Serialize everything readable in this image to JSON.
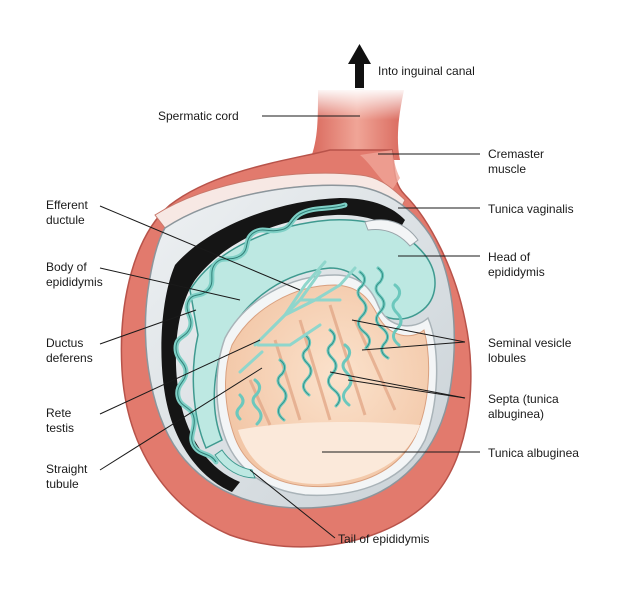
{
  "figure": {
    "colors": {
      "muscle": "#e0776a",
      "muscle_dark": "#c85a4f",
      "muscle_light": "#f0a597",
      "vaginalis": "#d9dfe3",
      "vaginalis_edge": "#9aa4aa",
      "cavity": "#1a1a1a",
      "tubule": "#b6e6e0",
      "tubule_edge": "#3d9c93",
      "testis": "#f6d3b8",
      "testis_light": "#fbe7d6",
      "septa": "#e8b79a"
    },
    "labels": {
      "inguinal": "Into inguinal canal",
      "spermatic_cord": "Spermatic cord",
      "cremaster": "Cremaster\nmuscle",
      "tunica_vaginalis": "Tunica vaginalis",
      "head_epididymis": "Head of\nepididymis",
      "seminal_vesicle": "Seminal vesicle\nlobules",
      "septa": "Septa (tunica\nalbuginea)",
      "tunica_albuginea": "Tunica albuginea",
      "tail_epididymis": "Tail of epididymis",
      "efferent": "Efferent\nductule",
      "body_epididymis": "Body of\nepididymis",
      "ductus": "Ductus\ndeferens",
      "rete": "Rete\ntestis",
      "straight": "Straight\ntubule"
    }
  }
}
